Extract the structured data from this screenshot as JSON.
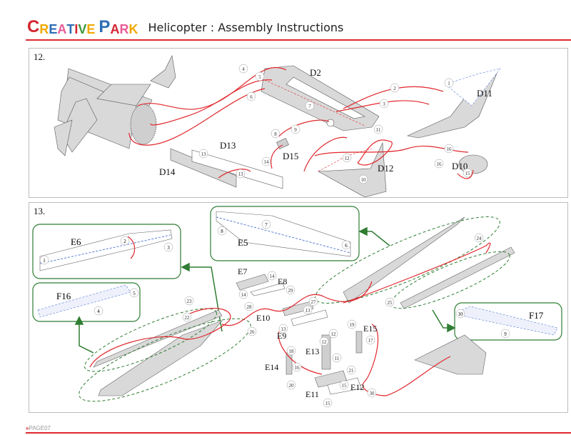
{
  "header": {
    "logo": {
      "text": "CREATIVE PARK",
      "letters": [
        {
          "ch": "C",
          "color": "#d22630"
        },
        {
          "ch": "R",
          "color": "#f2a900"
        },
        {
          "ch": "E",
          "color": "#2d6db5"
        },
        {
          "ch": "A",
          "color": "#e85d9a"
        },
        {
          "ch": "T",
          "color": "#2d6db5"
        },
        {
          "ch": "I",
          "color": "#d22630"
        },
        {
          "ch": "V",
          "color": "#3c9a3c"
        },
        {
          "ch": "E",
          "color": "#f2a900"
        },
        {
          "ch": " ",
          "color": "#000"
        },
        {
          "ch": "P",
          "color": "#2d6db5"
        },
        {
          "ch": "A",
          "color": "#d22630"
        },
        {
          "ch": "R",
          "color": "#e85d9a"
        },
        {
          "ch": "K",
          "color": "#f2a900"
        }
      ]
    },
    "title": "Helicopter : Assembly Instructions"
  },
  "colors": {
    "accent": "#e0282d",
    "glue_line": "#e0282d",
    "callout": "#2e7d32",
    "part_fill": "#d9d9d9",
    "fold_line": "#5b7fd6"
  },
  "step12": {
    "label": "12.",
    "parts": [
      "D2",
      "D10",
      "D11",
      "D12",
      "D13",
      "D14",
      "D15"
    ],
    "markers": [
      "1",
      "2",
      "3",
      "4",
      "5",
      "6",
      "7",
      "8",
      "9",
      "10",
      "11",
      "12",
      "13",
      "13",
      "14",
      "15",
      "16",
      "16"
    ]
  },
  "step13": {
    "label": "13.",
    "parts": [
      "E5",
      "E6",
      "E7",
      "E8",
      "E9",
      "E10",
      "E11",
      "E12",
      "E13",
      "E14",
      "E15",
      "F16",
      "F17"
    ],
    "callouts": {
      "E6": {
        "label": "E6",
        "markers": [
          "1",
          "2",
          "3"
        ]
      },
      "E5": {
        "label": "E5",
        "markers": [
          "6",
          "7",
          "8"
        ]
      },
      "F16": {
        "label": "F16",
        "markers": [
          "4",
          "5"
        ]
      },
      "F17": {
        "label": "F17",
        "markers": [
          "9",
          "10"
        ]
      }
    },
    "markers": [
      "11",
      "12",
      "12",
      "13",
      "13",
      "14",
      "14",
      "15",
      "15",
      "16",
      "17",
      "18",
      "19",
      "20",
      "21",
      "22",
      "23",
      "24",
      "25",
      "26",
      "27",
      "28",
      "29",
      "30"
    ]
  },
  "footer": {
    "page_marker": "»",
    "page": "PAGE07"
  }
}
